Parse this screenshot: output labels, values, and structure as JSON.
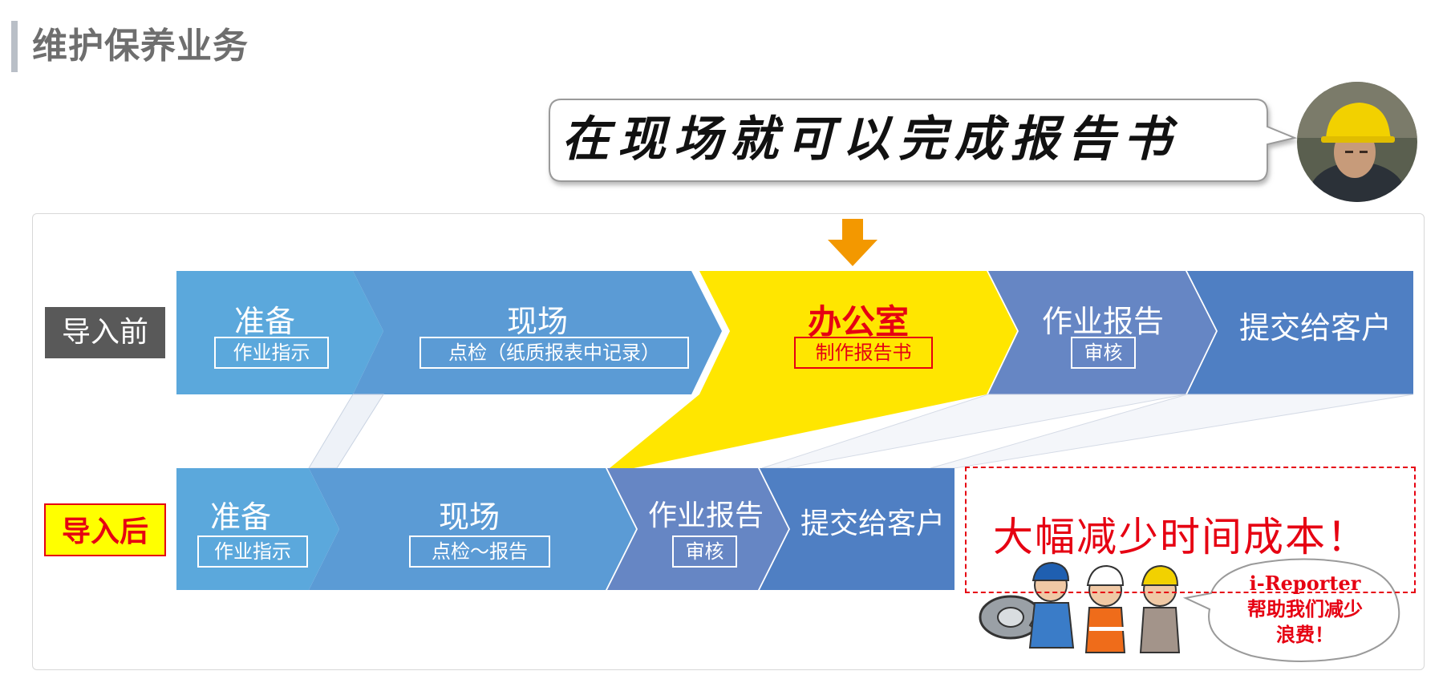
{
  "header": {
    "title": "维护保养业务"
  },
  "callout": {
    "text": "在现场就可以完成报告书"
  },
  "before": {
    "label": "导入前",
    "segments": [
      {
        "title": "准备",
        "sub": "作业指示"
      },
      {
        "title": "现场",
        "sub": "点检（纸质报表中记录）"
      },
      {
        "title": "办公室",
        "sub": "制作报告书"
      },
      {
        "title": "作业报告",
        "sub": "审核"
      },
      {
        "title": "提交给客户",
        "sub": ""
      }
    ]
  },
  "after": {
    "label": "导入后",
    "segments": [
      {
        "title": "准备",
        "sub": "作业指示"
      },
      {
        "title": "现场",
        "sub": "点检～报告"
      },
      {
        "title": "作业报告",
        "sub": "审核"
      },
      {
        "title": "提交给客户",
        "sub": ""
      }
    ]
  },
  "result": {
    "text": "大幅减少时间成本！"
  },
  "bubble": {
    "line1": "i-Reporter",
    "line2": "帮助我们减少",
    "line3": "浪费！"
  },
  "colors": {
    "light_blue": "#5ba8dc",
    "mid_blue": "#5b9bd5",
    "purple_blue": "#6686c4",
    "dark_blue": "#4f7fc3",
    "yellow": "#ffe600",
    "orange_arrow": "#f39800",
    "red": "#e60012"
  },
  "icons": [
    "down-arrow-icon",
    "worker-avatar-icon",
    "workers-illustration-icon",
    "speech-bubble-icon"
  ]
}
